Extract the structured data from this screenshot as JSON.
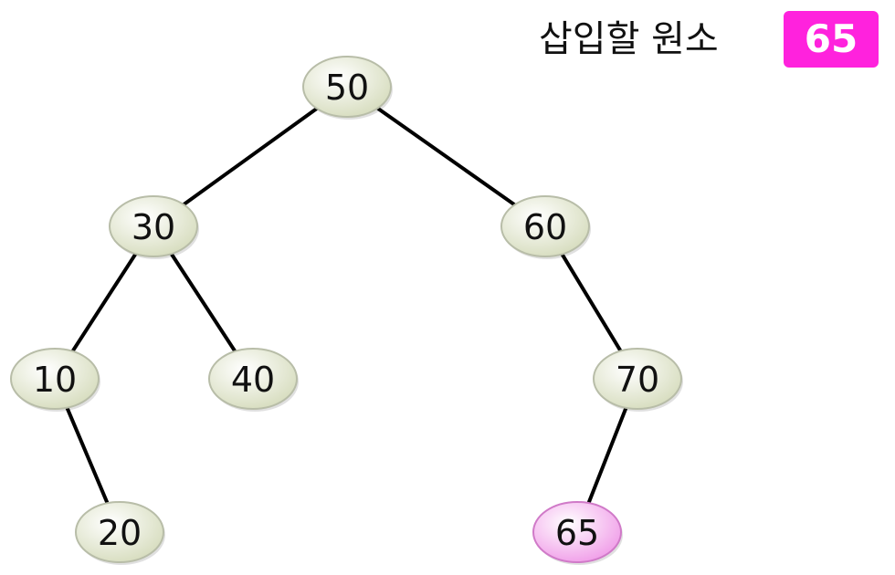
{
  "insert_label": "삽입할 원소",
  "insert_value": "65",
  "colors": {
    "badge": "#ff22dd",
    "node_fill_center": "#ffffff",
    "node_fill_edge": "#d6dcbd",
    "node_stroke": "#b8bda8",
    "highlight_fill_center": "#ffffff",
    "highlight_fill_edge": "#f09ce8",
    "highlight_stroke": "#d07ac8",
    "edge": "#000000"
  },
  "tree": {
    "nodes": [
      {
        "id": "n50",
        "label": "50"
      },
      {
        "id": "n30",
        "label": "30"
      },
      {
        "id": "n60",
        "label": "60"
      },
      {
        "id": "n10",
        "label": "10"
      },
      {
        "id": "n40",
        "label": "40"
      },
      {
        "id": "n70",
        "label": "70"
      },
      {
        "id": "n20",
        "label": "20"
      },
      {
        "id": "n65",
        "label": "65",
        "highlighted": true
      }
    ],
    "edges": [
      {
        "from": "n50",
        "to": "n30"
      },
      {
        "from": "n50",
        "to": "n60"
      },
      {
        "from": "n30",
        "to": "n10"
      },
      {
        "from": "n30",
        "to": "n40"
      },
      {
        "from": "n10",
        "to": "n20"
      },
      {
        "from": "n60",
        "to": "n70"
      },
      {
        "from": "n70",
        "to": "n65"
      }
    ]
  }
}
